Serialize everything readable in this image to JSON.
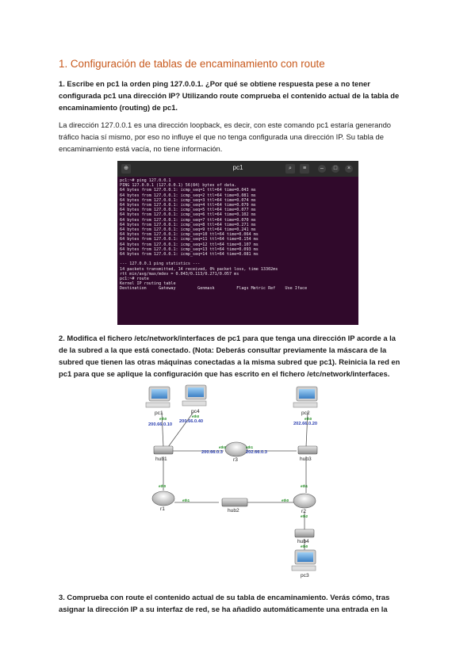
{
  "section_title": "1. Configuración de tablas de encaminamiento con route",
  "q1": {
    "question_l1": "1. Escribe en pc1 la orden ping 127.0.0.1. ¿Por qué se obtiene respuesta pese a no tener",
    "question_l2": "configurada pc1 una dirección IP? Utilizando route comprueba el contenido actual de la tabla de",
    "question_l3": "encaminamiento (routing) de pc1.",
    "answer_l1": "La dirección 127.0.0.1 es una dirección loopback, es decir, con este comando pc1 estaría generando",
    "answer_l2": "tráfico hacia sí mismo, por eso no influye el que no tenga configurada una dirección IP. Su tabla de",
    "answer_l3": "encaminamiento está vacía, no tiene información."
  },
  "terminal": {
    "title": "pc1",
    "tab_icon": "⊕",
    "search_icon": "⌕",
    "menu_icon": "≡",
    "minimize_icon": "–",
    "maximize_icon": "□",
    "close_icon": "×",
    "lines": [
      "pc1:~# ping 127.0.0.1",
      "PING 127.0.0.1 (127.0.0.1) 56(84) bytes of data.",
      "64 bytes from 127.0.0.1: icmp_seq=1 ttl=64 time=0.043 ms",
      "64 bytes from 127.0.0.1: icmp_seq=2 ttl=64 time=0.081 ms",
      "64 bytes from 127.0.0.1: icmp_seq=3 ttl=64 time=0.074 ms",
      "64 bytes from 127.0.0.1: icmp_seq=4 ttl=64 time=0.079 ms",
      "64 bytes from 127.0.0.1: icmp_seq=5 ttl=64 time=0.077 ms",
      "64 bytes from 127.0.0.1: icmp_seq=6 ttl=64 time=0.102 ms",
      "64 bytes from 127.0.0.1: icmp_seq=7 ttl=64 time=0.070 ms",
      "64 bytes from 127.0.0.1: icmp_seq=8 ttl=64 time=0.271 ms",
      "64 bytes from 127.0.0.1: icmp_seq=9 ttl=64 time=0.241 ms",
      "64 bytes from 127.0.0.1: icmp_seq=10 ttl=64 time=0.064 ms",
      "64 bytes from 127.0.0.1: icmp_seq=11 ttl=64 time=0.154 ms",
      "64 bytes from 127.0.0.1: icmp_seq=12 ttl=64 time=0.107 ms",
      "64 bytes from 127.0.0.1: icmp_seq=13 ttl=64 time=0.093 ms",
      "64 bytes from 127.0.0.1: icmp_seq=14 ttl=64 time=0.081 ms",
      "",
      "--- 127.0.0.1 ping statistics ---",
      "14 packets transmitted, 14 received, 0% packet loss, time 13302ms",
      "rtt min/avg/max/mdev = 0.043/0.113/0.271/0.057 ms",
      "pc1:~# route",
      "Kernel IP routing table",
      "Destination     Gateway         Genmask         Flags Metric Ref    Use Iface"
    ]
  },
  "q2": {
    "question_l1": "2. Modifica el fichero /etc/network/interfaces de pc1 para que tenga una dirección IP acorde a la",
    "question_l2": "de la subred a la que está conectado. (Nota: Deberás consultar previamente la máscara de la",
    "question_l3": "subred que tienen las otras máquinas conectadas a la misma subred que pc1). Reinicia la red en",
    "question_l4": "pc1 para que se aplique la configuración que has escrito en el fichero /etc/network/interfaces."
  },
  "diagram": {
    "nodes": {
      "pc1": "pc1",
      "pc4": "pc4",
      "pc2": "pc2",
      "pc3": "pc3",
      "hub1": "hub1",
      "hub2": "hub2",
      "hub3": "hub3",
      "hub4": "hub4",
      "r1": "r1",
      "r2": "r2",
      "r3": "r3"
    },
    "ips": {
      "pc1": "200.66.0.10",
      "pc4": "200.66.0.40",
      "pc2": "202.66.0.20",
      "r3_left": "200.66.0.3",
      "r3_right": "202.66.0.3"
    },
    "eth": {
      "eth0": "eth0",
      "eth1": "eth1",
      "eth2": "eth2"
    }
  },
  "q3": {
    "question_l1": "3. Comprueba con route el contenido actual de su tabla de encaminamiento. Verás cómo, tras",
    "question_l2": "asignar la dirección IP a su interfaz de red, se ha añadido automáticamente una entrada en la"
  }
}
